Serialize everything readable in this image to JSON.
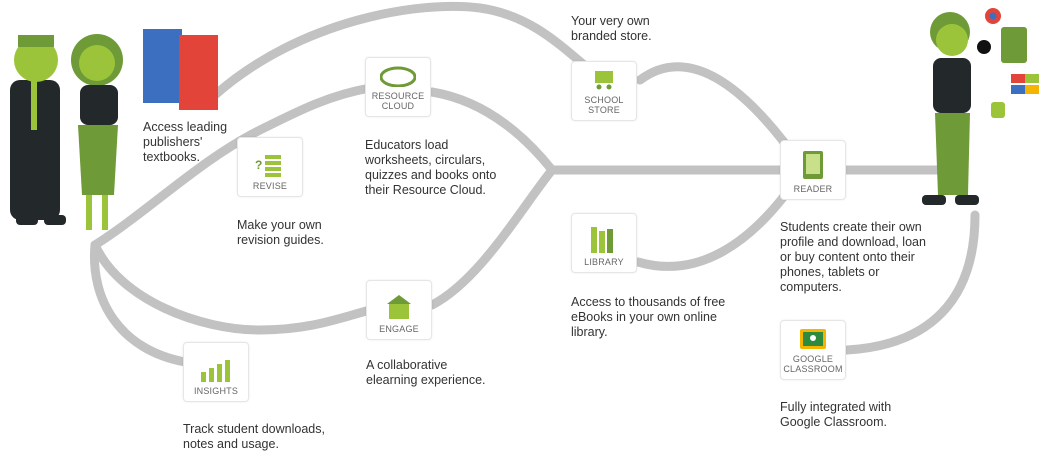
{
  "colors": {
    "path": "#c2c2c2",
    "green": "#9cc43a",
    "dark_green": "#6f9a38",
    "suit": "#23282b"
  },
  "nodes": [
    {
      "id": "resource-cloud",
      "label": "RESOURCE\nCLOUD",
      "icon": "cloud-icon",
      "caption": "Educators load\nworksheets, circulars,\nquizzes and books onto\ntheir Resource Cloud."
    },
    {
      "id": "revise",
      "label": "REVISE",
      "icon": "revision-list-icon",
      "caption": "Make your own\nrevision guides."
    },
    {
      "id": "school-store",
      "label": "SCHOOL\nSTORE",
      "icon": "shopping-cart-icon",
      "caption": "Your very own\nbranded store."
    },
    {
      "id": "reader",
      "label": "READER",
      "icon": "tablet-icon",
      "caption": "Students create their own\nprofile and download, loan\nor buy content onto their\nphones, tablets or\ncomputers."
    },
    {
      "id": "library",
      "label": "LIBRARY",
      "icon": "books-icon",
      "caption": "Access to thousands of free\neBooks in your own online\nlibrary."
    },
    {
      "id": "engage",
      "label": "ENGAGE",
      "icon": "school-building-icon",
      "caption": "A collaborative\nelearning experience."
    },
    {
      "id": "insights",
      "label": "INSIGHTS",
      "icon": "bar-chart-icon",
      "caption": "Track student downloads,\nnotes and usage."
    },
    {
      "id": "google-classroom",
      "label": "GOOGLE\nCLASSROOM",
      "icon": "google-classroom-icon",
      "caption": "Fully integrated with\nGoogle Classroom."
    }
  ],
  "publishers_caption": "Access leading\npublishers'\ntextbooks."
}
